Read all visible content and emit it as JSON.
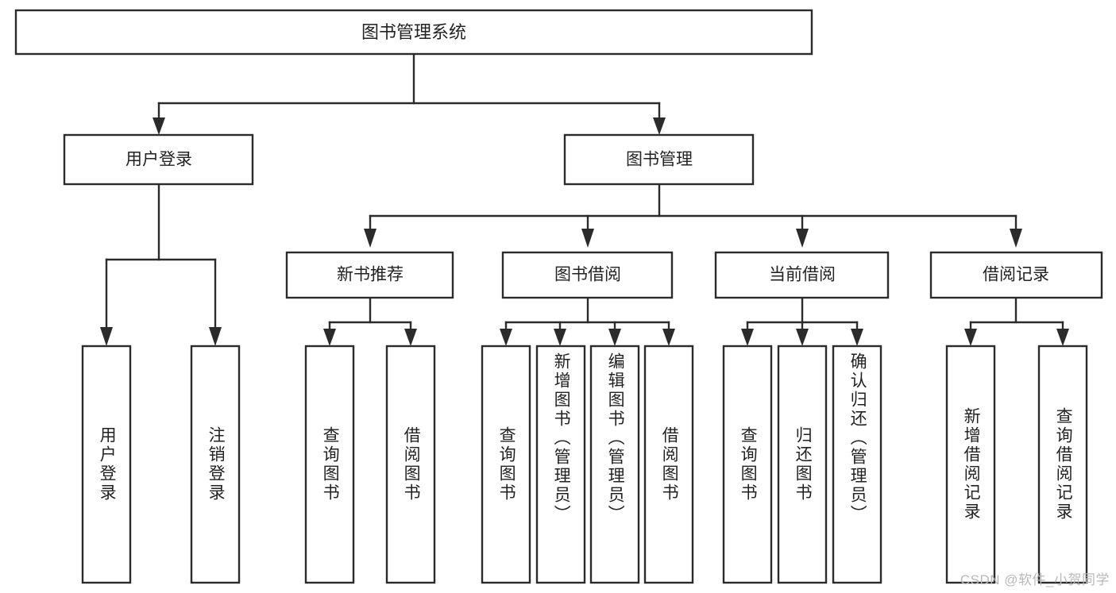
{
  "diagram": {
    "title": "图书管理系统",
    "type": "tree-structure-chart",
    "orientation": "top-down",
    "colors": {
      "box_border": "#2b2b2b",
      "box_fill": "#ffffff",
      "connector": "#2b2b2b",
      "text": "#222222",
      "watermark": "#b9b9b9",
      "canvas": "#ffffff"
    },
    "root": {
      "label": "图书管理系统"
    },
    "level2": [
      {
        "label": "用户登录"
      },
      {
        "label": "图书管理"
      }
    ],
    "level3": [
      {
        "label": "新书推荐"
      },
      {
        "label": "图书借阅"
      },
      {
        "label": "当前借阅"
      },
      {
        "label": "借阅记录"
      }
    ],
    "leaves": {
      "user_login": [
        {
          "label": "用户登录"
        },
        {
          "label": "注销登录"
        }
      ],
      "new_book_recommend": [
        {
          "label": "查询图书"
        },
        {
          "label": "借阅图书"
        }
      ],
      "book_borrow": [
        {
          "label": "查询图书"
        },
        {
          "label": "新增图书（管理员）"
        },
        {
          "label": "编辑图书（管理员）"
        },
        {
          "label": "借阅图书"
        }
      ],
      "current_borrow": [
        {
          "label": "查询图书"
        },
        {
          "label": "归还图书"
        },
        {
          "label": "确认归还（管理员）"
        }
      ],
      "borrow_record": [
        {
          "label": "新增借阅记录"
        },
        {
          "label": "查询借阅记录"
        }
      ]
    }
  },
  "watermark": {
    "text": "CSDN @软件_小贺同学"
  }
}
